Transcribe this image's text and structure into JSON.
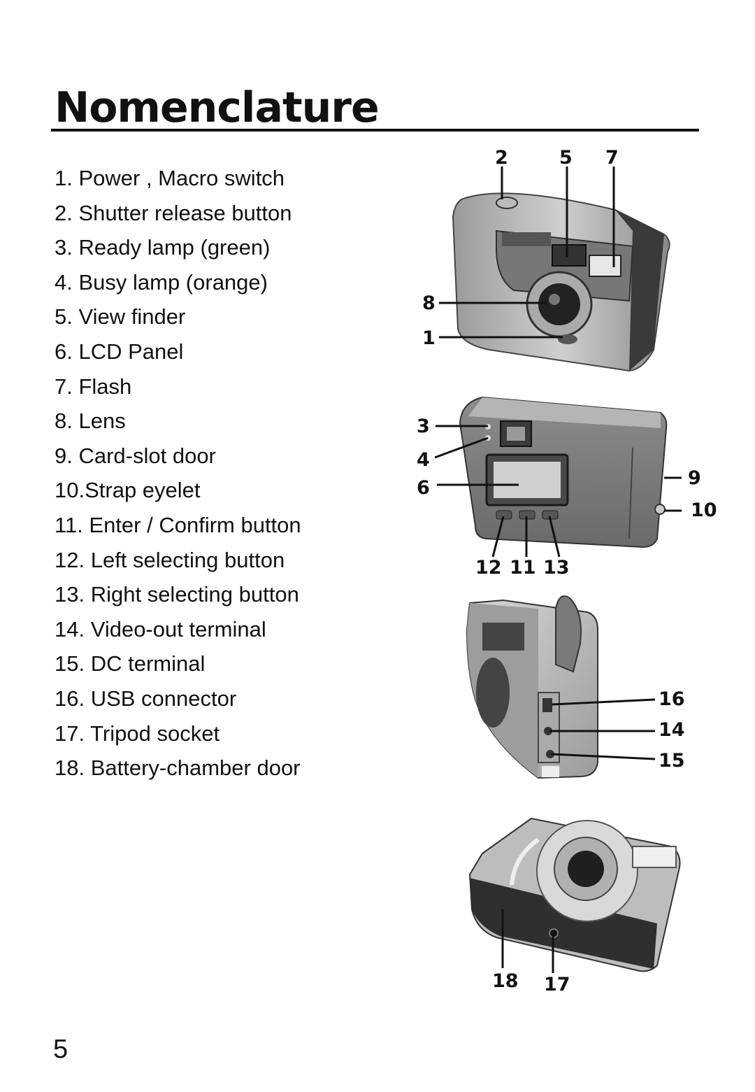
{
  "page": {
    "title": "Nomenclature",
    "page_number": "5"
  },
  "parts": [
    "1. Power , Macro switch",
    "2. Shutter release button",
    "3. Ready lamp (green)",
    "4. Busy lamp (orange)",
    "5. View finder",
    "6. LCD Panel",
    "7. Flash",
    "8. Lens",
    "9. Card-slot door",
    "10.Strap eyelet",
    "11. Enter / Confirm button",
    "12. Left selecting button",
    "13. Right selecting button",
    "14. Video-out terminal",
    "15. DC terminal",
    "16. USB connector",
    "17. Tripod socket",
    "18. Battery-chamber door"
  ],
  "callouts": {
    "c1": "1",
    "c2": "2",
    "c3": "3",
    "c4": "4",
    "c5": "5",
    "c6": "6",
    "c7": "7",
    "c8": "8",
    "c9": "9",
    "c10": "10",
    "c11": "11",
    "c12": "12",
    "c13": "13",
    "c14": "14",
    "c15": "15",
    "c16": "16",
    "c17": "17",
    "c18": "18"
  }
}
